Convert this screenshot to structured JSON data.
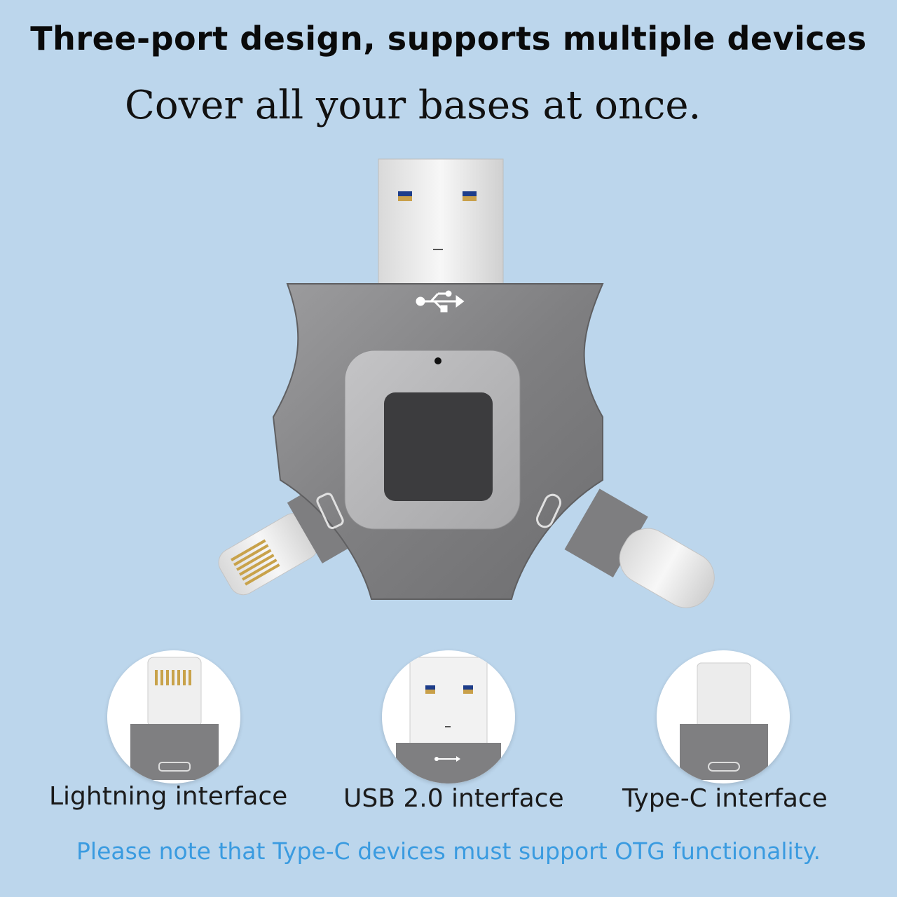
{
  "headline": "Three-port design, supports multiple devices",
  "subheadline": "Cover all your bases at once.",
  "product": {
    "icons": [
      "usb-logo-icon",
      "lightning-port-icon",
      "type-c-port-icon",
      "fingerprint-sensor-icon",
      "indicator-light-icon"
    ],
    "colors": {
      "body": "#8a8a8c",
      "sensor": "#3c3c3e",
      "connector": "#e6e6e6",
      "background": "#bcd6ec",
      "note": "#3a9be0"
    }
  },
  "interfaces": [
    {
      "label": "Lightning interface",
      "icon": "lightning-connector-icon"
    },
    {
      "label": "USB 2.0 interface",
      "icon": "usb-a-connector-icon"
    },
    {
      "label": "Type-C interface",
      "icon": "type-c-connector-icon"
    }
  ],
  "note": "Please note that Type-C devices must support OTG functionality."
}
